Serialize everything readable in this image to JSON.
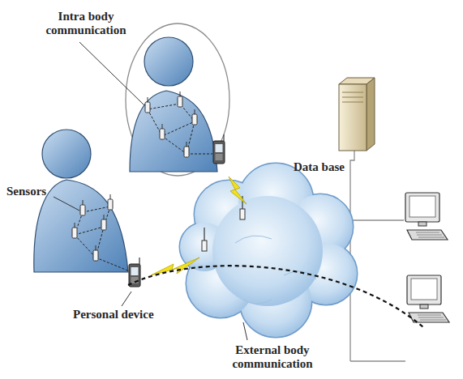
{
  "diagram": {
    "labels": [
      "Intra body communication",
      "Sensors",
      "Data base",
      "Personal device",
      "External body communication"
    ]
  }
}
